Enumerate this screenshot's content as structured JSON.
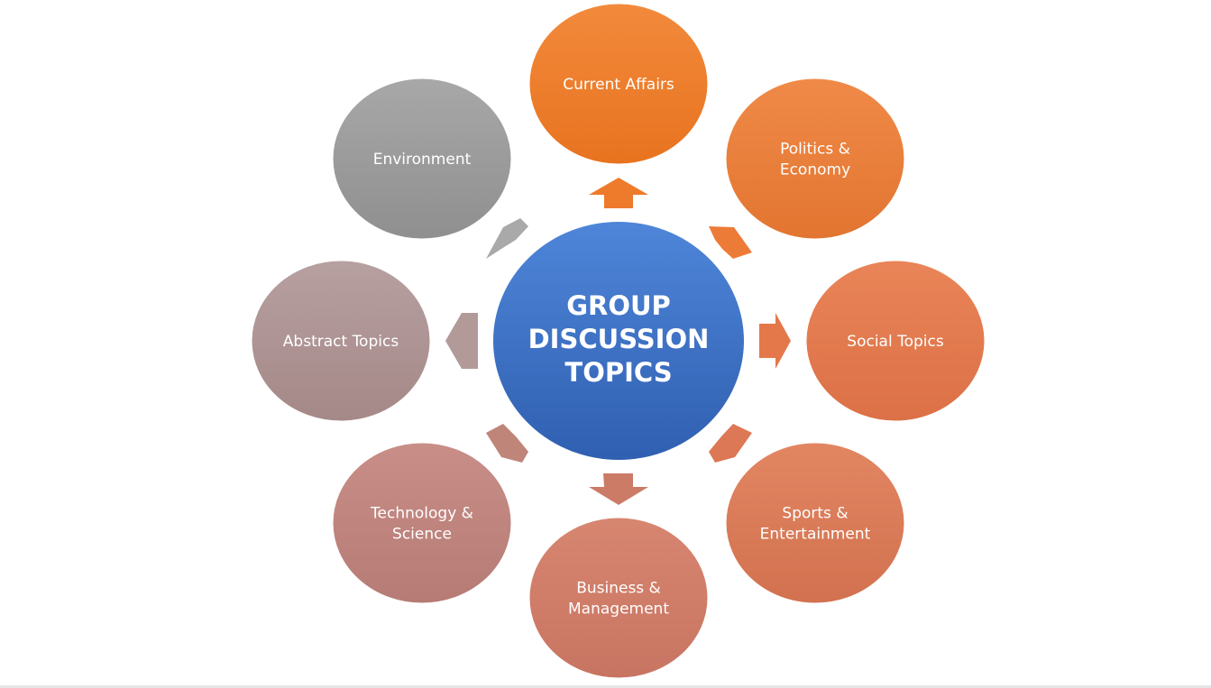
{
  "center": {
    "lines": [
      "GROUP",
      "DISCUSSION",
      "TOPICS"
    ],
    "color_top": "#4f86d9",
    "color_bottom": "#2f5fb0"
  },
  "nodes": [
    {
      "id": "current-affairs",
      "lines": [
        "Current Affairs"
      ],
      "color_top": "#f28a3c",
      "color_bottom": "#e8731f"
    },
    {
      "id": "politics-economy",
      "lines": [
        "Politics &",
        "Economy"
      ],
      "color_top": "#f08a48",
      "color_bottom": "#e27530"
    },
    {
      "id": "social-topics",
      "lines": [
        "Social Topics"
      ],
      "color_top": "#e98558",
      "color_bottom": "#dc7046"
    },
    {
      "id": "sports-entertainment",
      "lines": [
        "Sports &",
        "Entertainment"
      ],
      "color_top": "#e28662",
      "color_bottom": "#d2714f"
    },
    {
      "id": "business-management",
      "lines": [
        "Business &",
        "Management"
      ],
      "color_top": "#d78670",
      "color_bottom": "#c87462"
    },
    {
      "id": "technology-science",
      "lines": [
        "Technology &",
        "Science"
      ],
      "color_top": "#c98e88",
      "color_bottom": "#b57b74"
    },
    {
      "id": "abstract-topics",
      "lines": [
        "Abstract Topics"
      ],
      "color_top": "#b7a0a0",
      "color_bottom": "#a58888"
    },
    {
      "id": "environment",
      "lines": [
        "Environment"
      ],
      "color_top": "#a8a8a8",
      "color_bottom": "#8f8f8f"
    }
  ]
}
